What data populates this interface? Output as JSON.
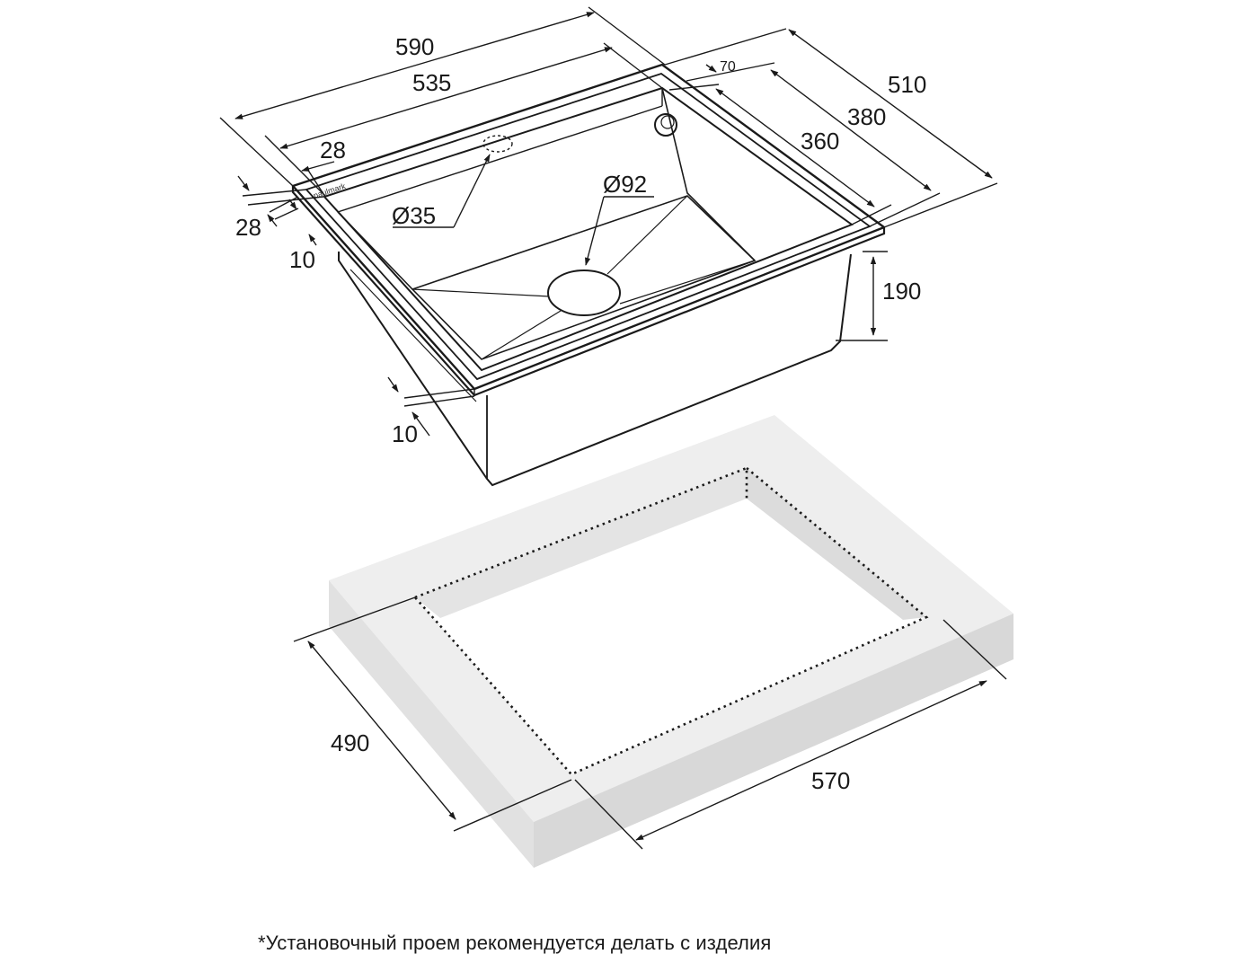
{
  "dimensions": {
    "width_outer": "590",
    "width_inner": "535",
    "rim_left": "28",
    "depth_outer": "510",
    "depth_380": "380",
    "depth_360": "360",
    "rim_back": "70",
    "rim_front": "28",
    "rim_thickness_top": "10",
    "rim_thickness_bottom": "10",
    "bowl_depth": "190",
    "drain_diameter": "Ø92",
    "tap_hole_diameter": "Ø35",
    "cutout_depth": "490",
    "cutout_width": "570"
  },
  "brand": "paulmark",
  "note": "*Установочный проем рекомендуется делать с изделия",
  "colors": {
    "line": "#1a1a1a",
    "countertop_top": "#eeeeee",
    "countertop_side": "#e2e2e2",
    "countertop_edge": "#d9d9d9"
  }
}
